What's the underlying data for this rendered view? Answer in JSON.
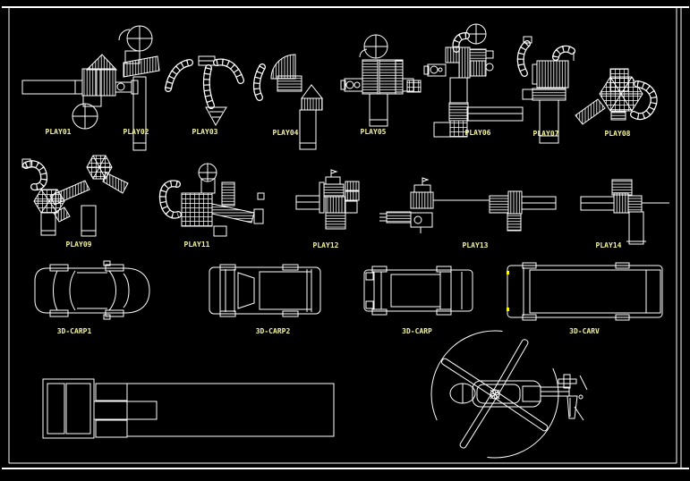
{
  "canvas": {
    "background": "#000000",
    "stroke_color": "#ffffff",
    "label_color": "#f2f2a0",
    "headlight_color": "#ffff00"
  },
  "labels": {
    "row1": [
      "PLAY01",
      "PLAY02",
      "PLAY03",
      "PLAY04",
      "PLAY05",
      "PLAY06",
      "PLAY07",
      "PLAY08"
    ],
    "row2": [
      "PLAY09",
      "PLAY11",
      "PLAY12",
      "PLAY13",
      "PLAY14"
    ],
    "row3": [
      "3D-CARP1",
      "3D-CARP2",
      "3D-CARP",
      "3D-CARV"
    ]
  },
  "icons": {
    "truck": "truck-trailer-top-view",
    "helicopter": "helicopter-top-view"
  }
}
